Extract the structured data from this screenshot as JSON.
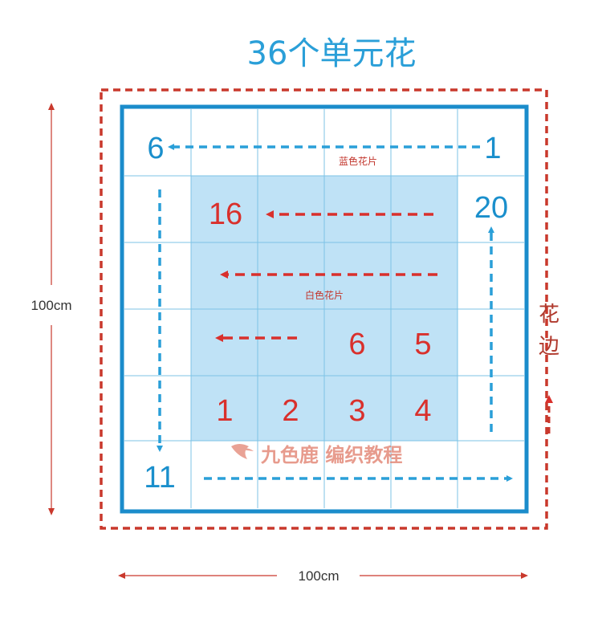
{
  "title": "36个单元花",
  "dimensions": {
    "height": "100cm",
    "width": "100cm"
  },
  "edge_label_chars": [
    "花",
    "边"
  ],
  "labels": {
    "blue_pieces": "蓝色花片",
    "white_pieces": "白色花片"
  },
  "blue_numbers": [
    "6",
    "1",
    "20",
    "11"
  ],
  "red_numbers": [
    "16",
    "6",
    "5",
    "1",
    "2",
    "3",
    "4"
  ],
  "watermark": "九色鹿 编织教程",
  "colors": {
    "outer_border": "#c9382c",
    "inner_border": "#1b8ccb",
    "grid_line": "#7cc3e6",
    "white_area": "#bfe2f6",
    "blue_arrow": "#2a9fd8",
    "red_arrow": "#d9302c"
  }
}
